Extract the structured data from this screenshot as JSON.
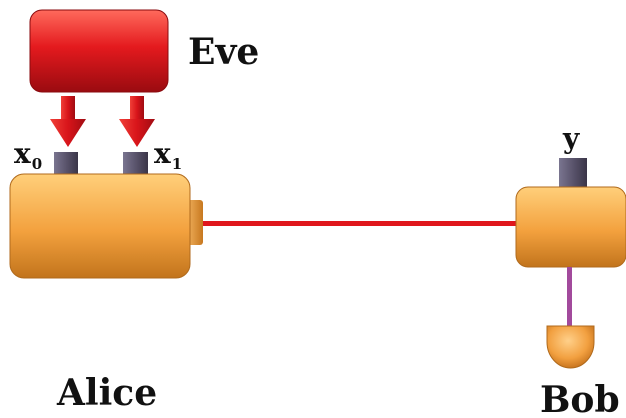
{
  "labels": {
    "eve": "Eve",
    "alice": "Alice",
    "bob": "Bob",
    "x0_base": "x",
    "x0_sub": "0",
    "x1_base": "x",
    "x1_sub": "1",
    "y": "y"
  },
  "colors": {
    "eve_box": "#e0161c",
    "device_body": "#f0a040",
    "connector_red": "#e0161c",
    "knob": "#58536a",
    "bob_wire": "#a24a9c",
    "text": "#111111"
  }
}
